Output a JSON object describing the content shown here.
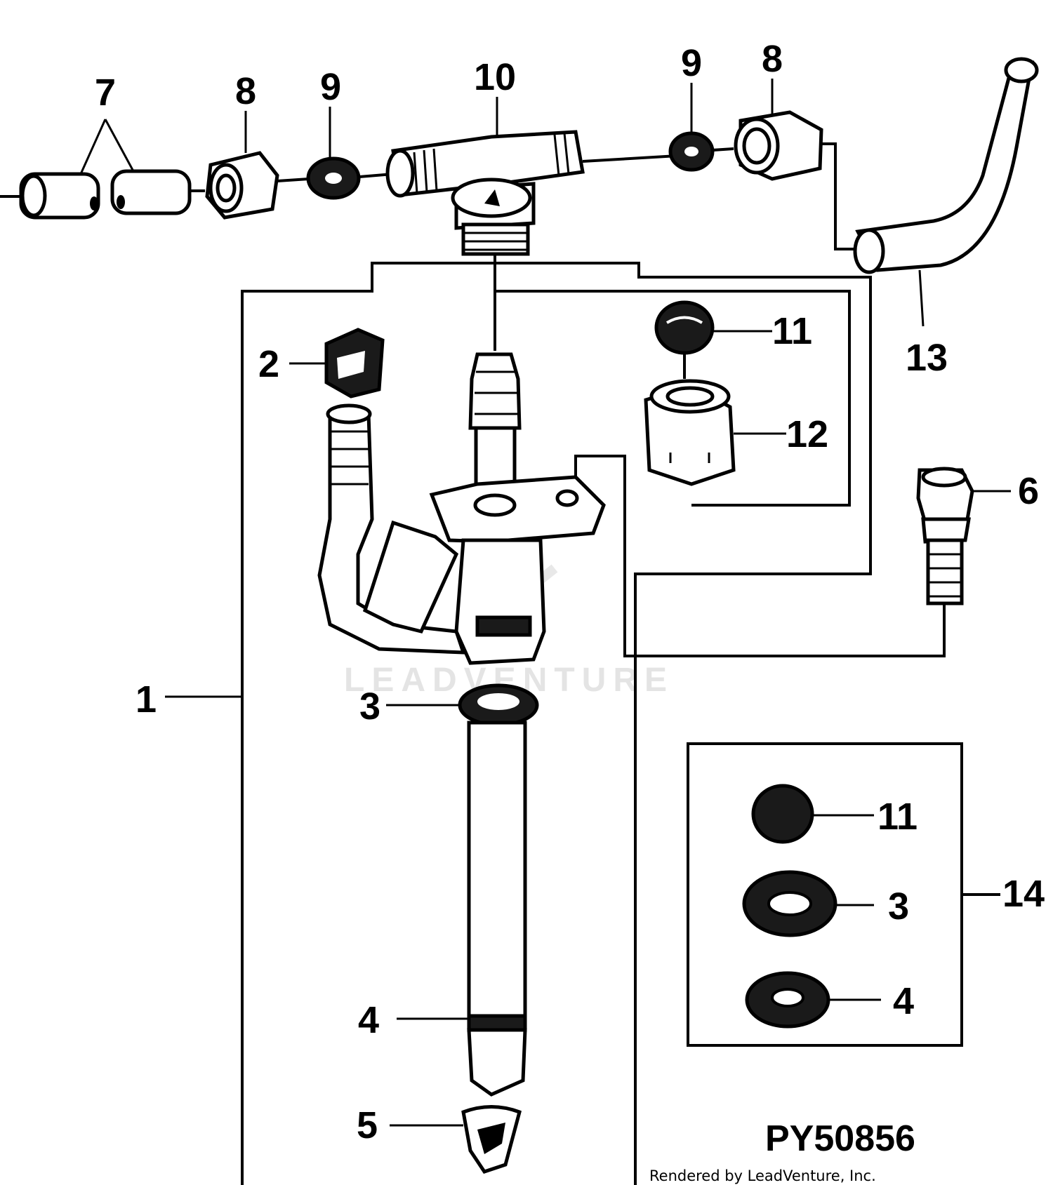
{
  "callouts": {
    "c1": "1",
    "c2": "2",
    "c3_injector": "3",
    "c3_kit": "3",
    "c4_injector": "4",
    "c4_kit": "4",
    "c5": "5",
    "c6": "6",
    "c7": "7",
    "c8_left": "8",
    "c8_right": "8",
    "c9_left": "9",
    "c9_right": "9",
    "c10": "10",
    "c11_injector": "11",
    "c11_kit": "11",
    "c12": "12",
    "c13": "13",
    "c14": "14"
  },
  "figure_id": "PY50856",
  "credit": "Rendered by LeadVenture, Inc.",
  "watermark_text": "LEADVENTURE",
  "colors": {
    "ink": "#000000",
    "paper": "#ffffff",
    "watermark": "#e4e4e4"
  }
}
